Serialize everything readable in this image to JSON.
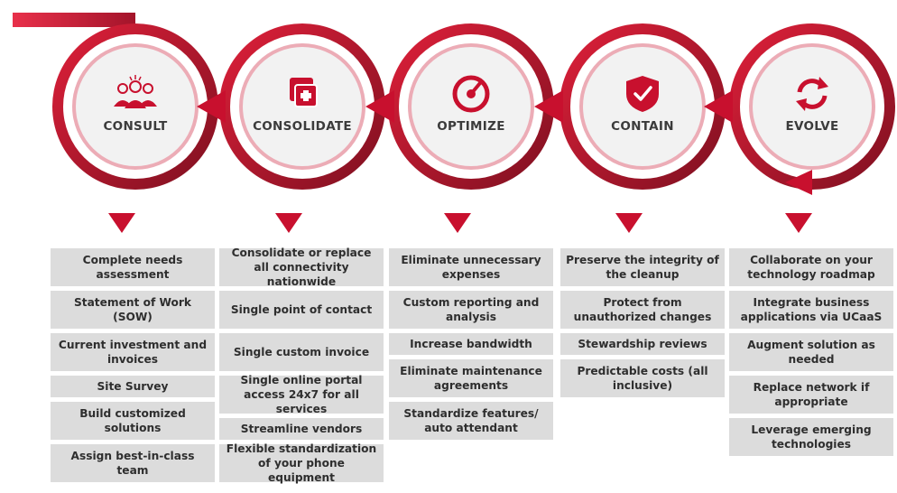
{
  "stages": [
    {
      "label": "CONSULT",
      "icon": "team-icon",
      "items": [
        "Complete needs assessment",
        "Statement of Work (SOW)",
        "Current investment and invoices",
        "Site Survey",
        "Build customized solutions",
        "Assign best-in-class team"
      ]
    },
    {
      "label": "CONSOLIDATE",
      "icon": "consolidate-icon",
      "items": [
        "Consolidate or replace all connectivity nationwide",
        "Single point of contact",
        "Single custom invoice",
        "Single online portal access 24x7 for all services",
        "Streamline vendors",
        "Flexible standardization of your phone equipment"
      ]
    },
    {
      "label": "OPTIMIZE",
      "icon": "gauge-icon",
      "items": [
        "Eliminate unnecessary expenses",
        "Custom reporting and analysis",
        "Increase bandwidth",
        "Eliminate maintenance agreements",
        "Standardize features/ auto attendant"
      ]
    },
    {
      "label": "CONTAIN",
      "icon": "shield-check-icon",
      "items": [
        "Preserve the integrity of the cleanup",
        "Protect from unauthorized changes",
        "Stewardship reviews",
        "Predictable costs (all inclusive)"
      ]
    },
    {
      "label": "EVOLVE",
      "icon": "refresh-icon",
      "items": [
        "Collaborate on your technology roadmap",
        "Integrate business applications via UCaaS",
        "Augment solution as needed",
        "Replace network if appropriate",
        "Leverage emerging technologies"
      ]
    }
  ],
  "colors": {
    "accent": "#c8102e",
    "accent_dark": "#7d1020",
    "box_bg": "#dcdcdc",
    "text": "#2e2e2e"
  }
}
